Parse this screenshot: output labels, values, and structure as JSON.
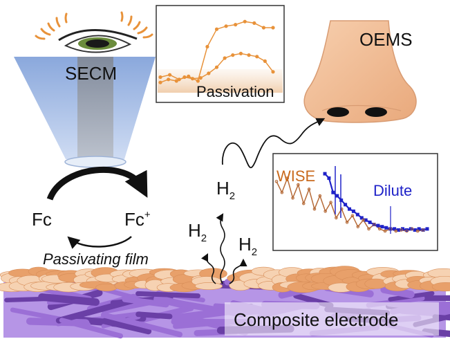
{
  "labels": {
    "secm": "SECM",
    "oems": "OEMS",
    "passivation": "Passivation",
    "fc": "Fc",
    "fc_plus_base": "Fc",
    "fc_plus_sup": "+",
    "passivating_film": "Passivating film",
    "composite_electrode": "Composite electrode",
    "wise": "WISE",
    "dilute": "Dilute",
    "h2_base": "H",
    "h2_sub": "2"
  },
  "colors": {
    "orange": "#e8923a",
    "dark_orange": "#c96a1e",
    "blue_series": "#1f22c8",
    "brown_series": "#b56a38",
    "purple": "#9b6fd6",
    "purple_dark": "#6a3fa6",
    "secm_cone": "#a9c1e8",
    "nose_skin": "#f5c29c",
    "film_peach": "#f2c49b"
  },
  "icons": [
    "eye-icon",
    "nose-icon",
    "cycle-arrows-icon",
    "wavy-arrow-icon"
  ],
  "passivation_inset": {
    "upper_series": [
      0.15,
      0.18,
      0.12,
      0.16,
      0.1,
      0.55,
      0.78,
      0.82,
      0.84,
      0.88,
      0.86,
      0.8,
      0.8
    ],
    "lower_series": [
      0.08,
      0.12,
      0.1,
      0.15,
      0.13,
      0.14,
      0.2,
      0.28,
      0.4,
      0.44,
      0.46,
      0.44,
      0.42,
      0.36,
      0.22
    ]
  },
  "oems_inset": {
    "wise_series": [
      0.55,
      0.45,
      0.58,
      0.4,
      0.52,
      0.35,
      0.48,
      0.3,
      0.42,
      0.28,
      0.36,
      0.22,
      0.3,
      0.18,
      0.24,
      0.14,
      0.2,
      0.12,
      0.16,
      0.12,
      0.1,
      0.12,
      0.1,
      0.11,
      0.1,
      0.12,
      0.1,
      0.11
    ],
    "dilute_series": [
      0.62,
      0.58,
      0.45,
      0.42,
      0.38,
      0.34,
      0.3,
      0.28,
      0.25,
      0.22,
      0.2,
      0.18,
      0.16,
      0.15,
      0.14,
      0.13,
      0.12,
      0.12,
      0.11,
      0.12,
      0.11,
      0.12,
      0.11,
      0.12,
      0.11,
      0.12
    ]
  }
}
